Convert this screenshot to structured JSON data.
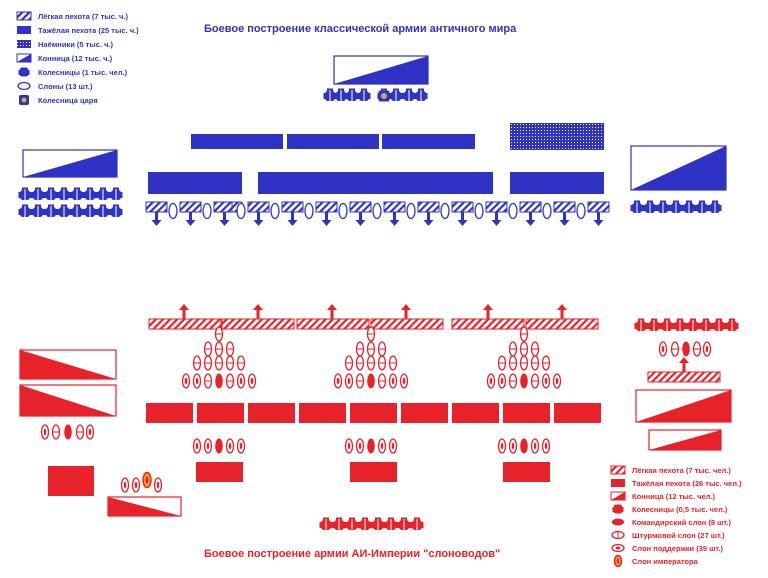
{
  "colors": {
    "blue": "#2f33c5",
    "red": "#e8222a",
    "white": "#ffffff"
  },
  "top_title": "Боевое построение классической армии античного мира",
  "bottom_title": "Боевое построение армии АИ-Империи \"слоноводов\"",
  "legend_blue": [
    {
      "icon": "light-infantry-swatch",
      "label": "Лёгкая пехота (7 тыс. ч.)"
    },
    {
      "icon": "heavy-infantry-swatch",
      "label": "Тажёлая пехота (25 тыс. ч.)"
    },
    {
      "icon": "mercenaries-swatch",
      "label": "Наёмники  (5 тыс. ч.)"
    },
    {
      "icon": "cavalry-swatch",
      "label": "Конница (12 тыс. ч.)"
    },
    {
      "icon": "chariot-icon",
      "label": "Колесницы (1 тыс. чел.)"
    },
    {
      "icon": "elephant-icon",
      "label": "Слоны (13 шт.)"
    },
    {
      "icon": "king-chariot-icon",
      "label": "Колесница царя"
    }
  ],
  "legend_red": [
    {
      "icon": "light-infantry-swatch",
      "label": "Лёгкая пехота (7 тыс. чел.)"
    },
    {
      "icon": "heavy-infantry-swatch",
      "label": "Тажёлая пехота (26 тыс. чел.)"
    },
    {
      "icon": "cavalry-swatch",
      "label": "Конница (12 тыс. чел.)"
    },
    {
      "icon": "chariot-icon",
      "label": "Колесницы  (0,5 тыс. чел.)"
    },
    {
      "icon": "command-elephant-icon",
      "label": "Командирский слон  (8 шт.)"
    },
    {
      "icon": "assault-elephant-icon",
      "label": "Штурмовой слон  (27 шт.)"
    },
    {
      "icon": "support-elephant-icon",
      "label": "Слон поддержки  (39 шт.)"
    },
    {
      "icon": "emperor-elephant-icon",
      "label": "Слон императора"
    }
  ]
}
